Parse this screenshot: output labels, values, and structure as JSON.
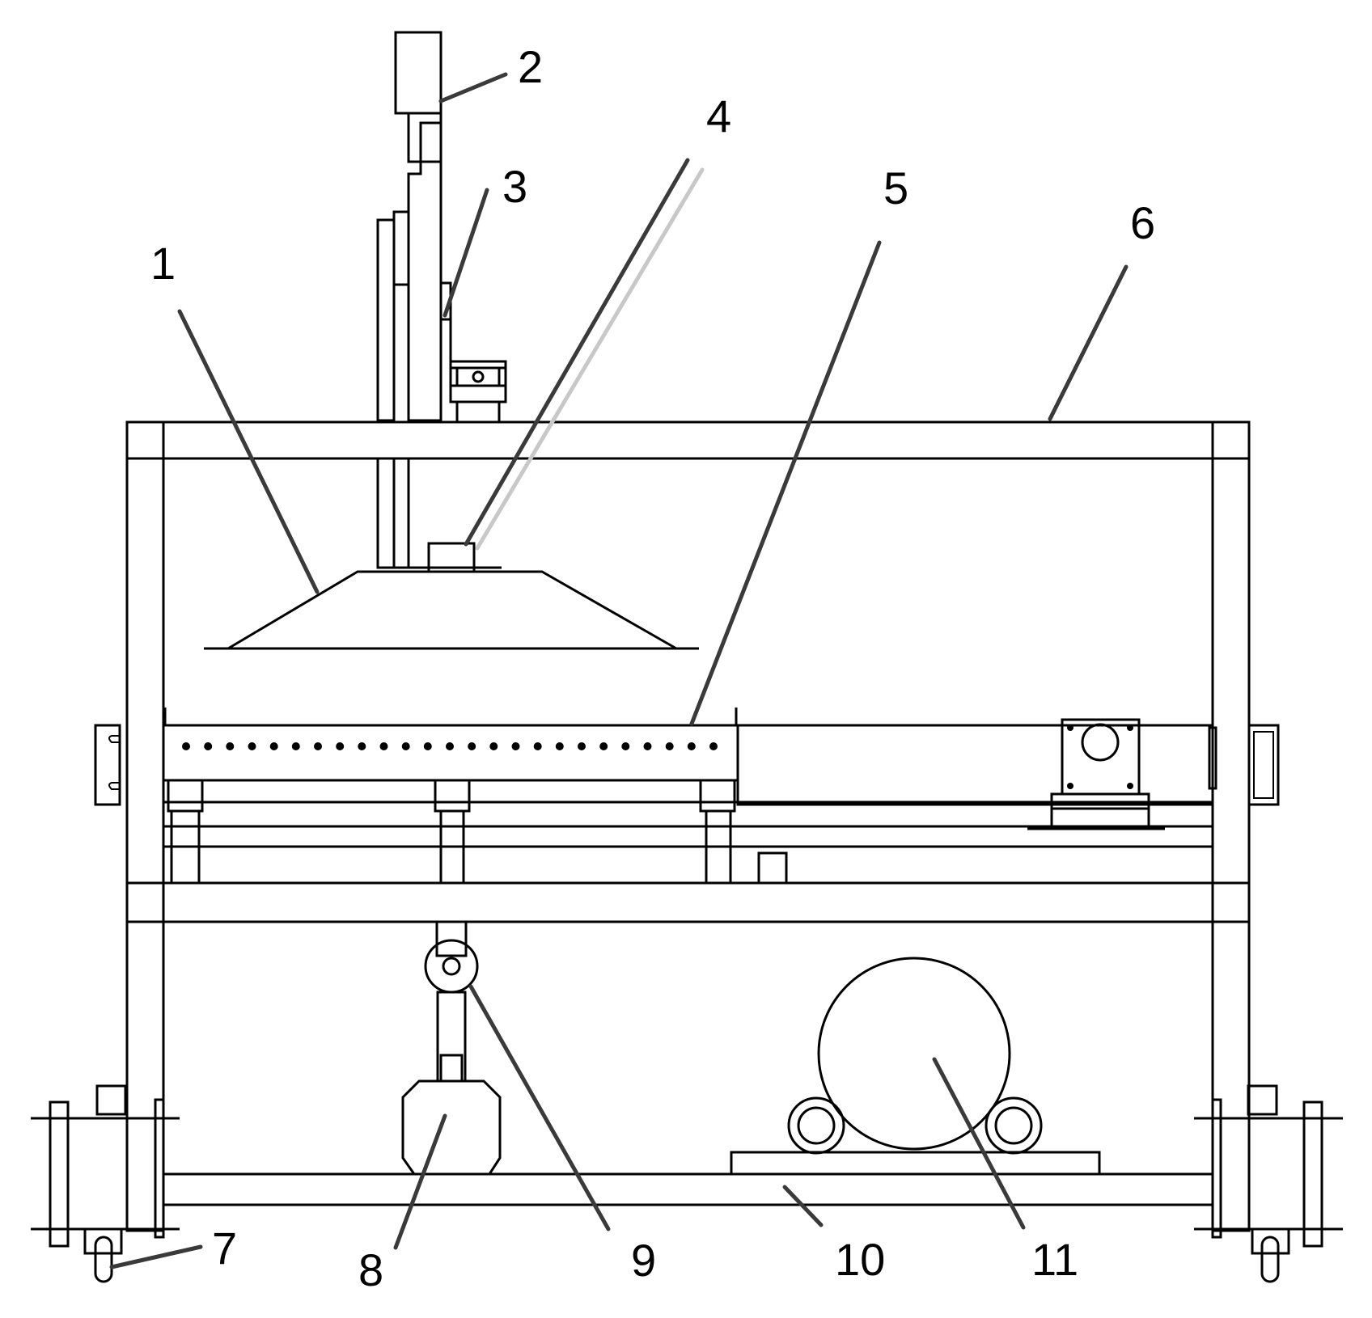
{
  "callouts": [
    {
      "id": "1",
      "label": "1"
    },
    {
      "id": "2",
      "label": "2"
    },
    {
      "id": "3",
      "label": "3"
    },
    {
      "id": "4",
      "label": "4"
    },
    {
      "id": "5",
      "label": "5"
    },
    {
      "id": "6",
      "label": "6"
    },
    {
      "id": "7",
      "label": "7"
    },
    {
      "id": "8",
      "label": "8"
    },
    {
      "id": "9",
      "label": "9"
    },
    {
      "id": "10",
      "label": "10"
    },
    {
      "id": "11",
      "label": "11"
    }
  ],
  "colors": {
    "line": "#000000",
    "leader": "#3a3a3a",
    "background": "#ffffff"
  }
}
